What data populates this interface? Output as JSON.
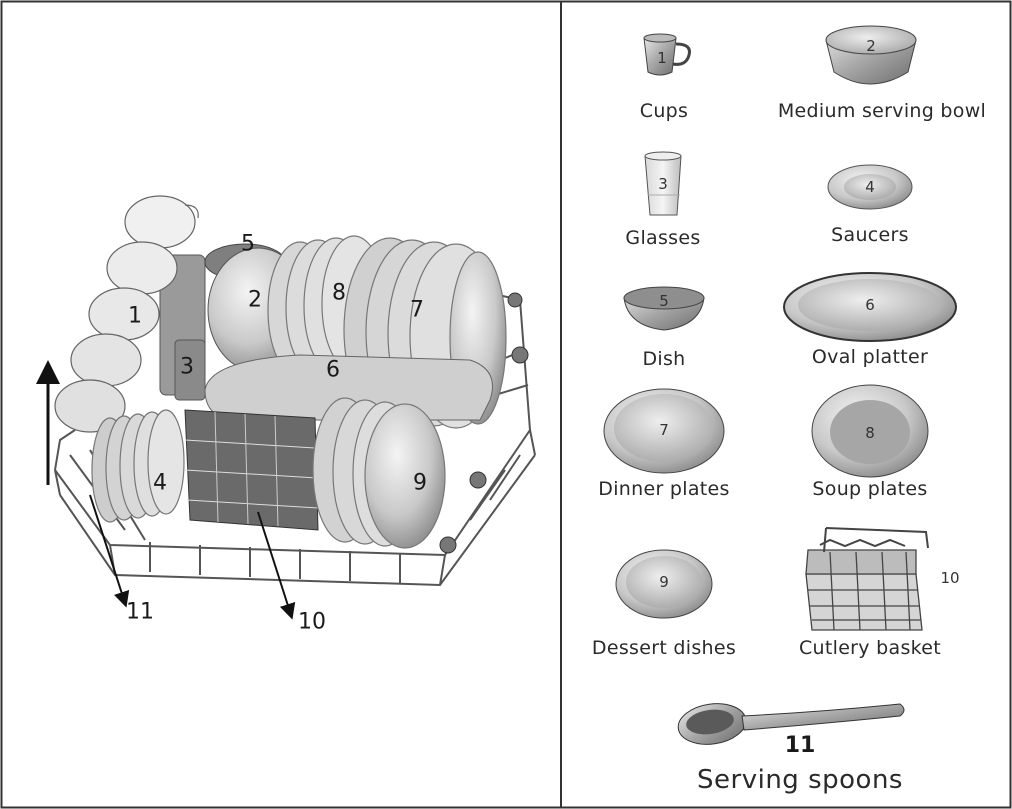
{
  "diagram_labels": {
    "1": "1",
    "2": "2",
    "3": "3",
    "4": "4",
    "5": "5",
    "6": "6",
    "7": "7",
    "8": "8",
    "9": "9",
    "10": "10",
    "11": "11"
  },
  "legend": [
    {
      "num": "1",
      "label": "Cups"
    },
    {
      "num": "2",
      "label": "Medium serving bowl"
    },
    {
      "num": "3",
      "label": "Glasses"
    },
    {
      "num": "4",
      "label": "Saucers"
    },
    {
      "num": "5",
      "label": "Dish"
    },
    {
      "num": "6",
      "label": "Oval platter"
    },
    {
      "num": "7",
      "label": "Dinner plates"
    },
    {
      "num": "8",
      "label": "Soup plates"
    },
    {
      "num": "9",
      "label": "Dessert dishes"
    },
    {
      "num": "10",
      "label": "Cutlery basket"
    },
    {
      "num": "11",
      "label": "Serving spoons"
    }
  ]
}
